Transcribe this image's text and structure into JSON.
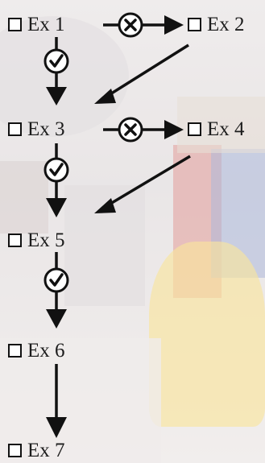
{
  "colors": {
    "ink": "#111111",
    "background_tint": "#e4dedd",
    "accent_yellow": "#f0cf5a",
    "accent_red": "#c9504a",
    "accent_blue": "#7a8ec4"
  },
  "exercises": [
    {
      "label": "Ex 1"
    },
    {
      "label": "Ex 2"
    },
    {
      "label": "Ex 3"
    },
    {
      "label": "Ex 4"
    },
    {
      "label": "Ex 5"
    },
    {
      "label": "Ex 6"
    },
    {
      "label": "Ex 7"
    }
  ],
  "connectors": [
    {
      "from": "Ex 1",
      "to": "Ex 2",
      "marker": "x-icon"
    },
    {
      "from": "Ex 1",
      "to": "Ex 3",
      "marker": "check-icon"
    },
    {
      "from": "Ex 2",
      "to": "Ex 3",
      "marker": ""
    },
    {
      "from": "Ex 3",
      "to": "Ex 4",
      "marker": "x-icon"
    },
    {
      "from": "Ex 3",
      "to": "Ex 5",
      "marker": "check-icon"
    },
    {
      "from": "Ex 4",
      "to": "Ex 5",
      "marker": ""
    },
    {
      "from": "Ex 5",
      "to": "Ex 6",
      "marker": "check-icon"
    },
    {
      "from": "Ex 6",
      "to": "Ex 7",
      "marker": ""
    }
  ]
}
